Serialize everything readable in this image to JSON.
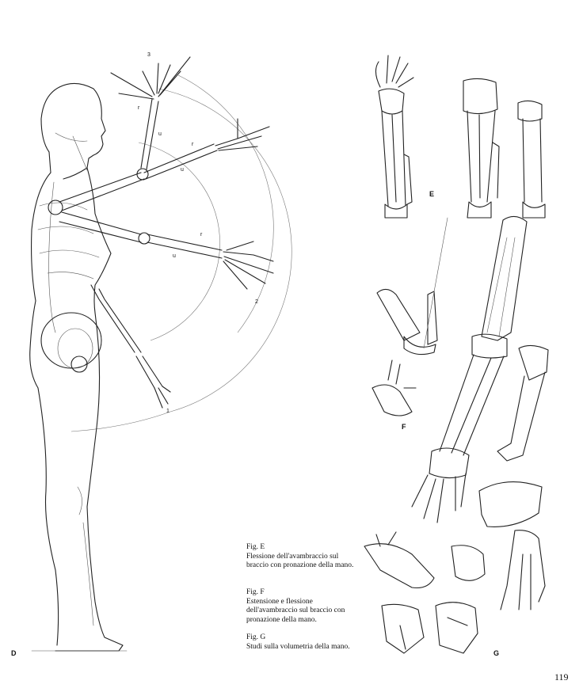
{
  "figure_labels": {
    "d": "D",
    "e": "E",
    "f": "F",
    "g": "G"
  },
  "arm_position_numbers": {
    "one": "1",
    "two": "2",
    "three": "3"
  },
  "bone_labels": {
    "r_upper": "r",
    "u_upper": "u",
    "r_mid": "r",
    "u_mid": "u",
    "r_lower": "r",
    "u_lower": "u"
  },
  "captions": {
    "fig_e_title": "Fig. E",
    "fig_e_text": "Flessione dell'avambraccio sul braccio con pronazione della mano.",
    "fig_f_title": "Fig. F",
    "fig_f_text": "Estensione e flessione dell'avambraccio sul braccio con pronazione della mano.",
    "fig_g_title": "Fig. G",
    "fig_g_text": "Studi sulla volumetria della mano."
  },
  "page_number": "119"
}
